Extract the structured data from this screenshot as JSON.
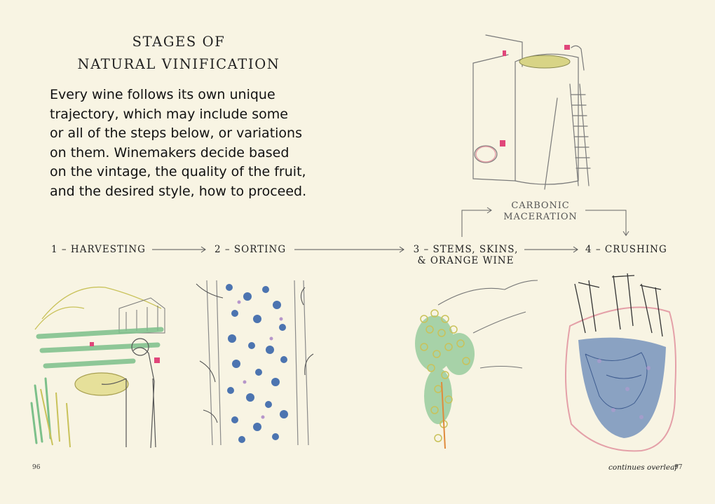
{
  "heading": {
    "line1": "STAGES OF",
    "line2": "NATURAL VINIFICATION"
  },
  "intro_lines": [
    "Every wine follows its own unique",
    "trajectory, which may include some",
    "or all of the steps below, or variations",
    "on them. Winemakers decide based",
    "on the vintage, the quality of the fruit,",
    "and the desired style, how to proceed."
  ],
  "steps": {
    "harvesting": "1 – HARVESTING",
    "sorting": "2 – SORTING",
    "stems_line1": "3 – STEMS, SKINS,",
    "stems_line2": "& ORANGE WINE",
    "crushing": "4 – CRUSHING"
  },
  "carbonic": {
    "line1": "CARBONIC",
    "line2": "MACERATION"
  },
  "footer": {
    "page_left": "96",
    "continues": "continues overleaf",
    "page_right": "97"
  },
  "colors": {
    "paper": "#f8f4e3",
    "pencil_gray": "#6b6b6b",
    "vine_green": "#7cc08a",
    "grape_yellow": "#c9c25a",
    "grape_blue": "#2f5ea8",
    "pink_accent": "#e0467a",
    "vat_pink": "#e4a0a8"
  },
  "icons": [
    "winery-tank-illustration",
    "harvest-illustration",
    "sorting-table-illustration",
    "grape-cluster-illustration",
    "crushing-vat-illustration",
    "arrow-right-icon"
  ]
}
